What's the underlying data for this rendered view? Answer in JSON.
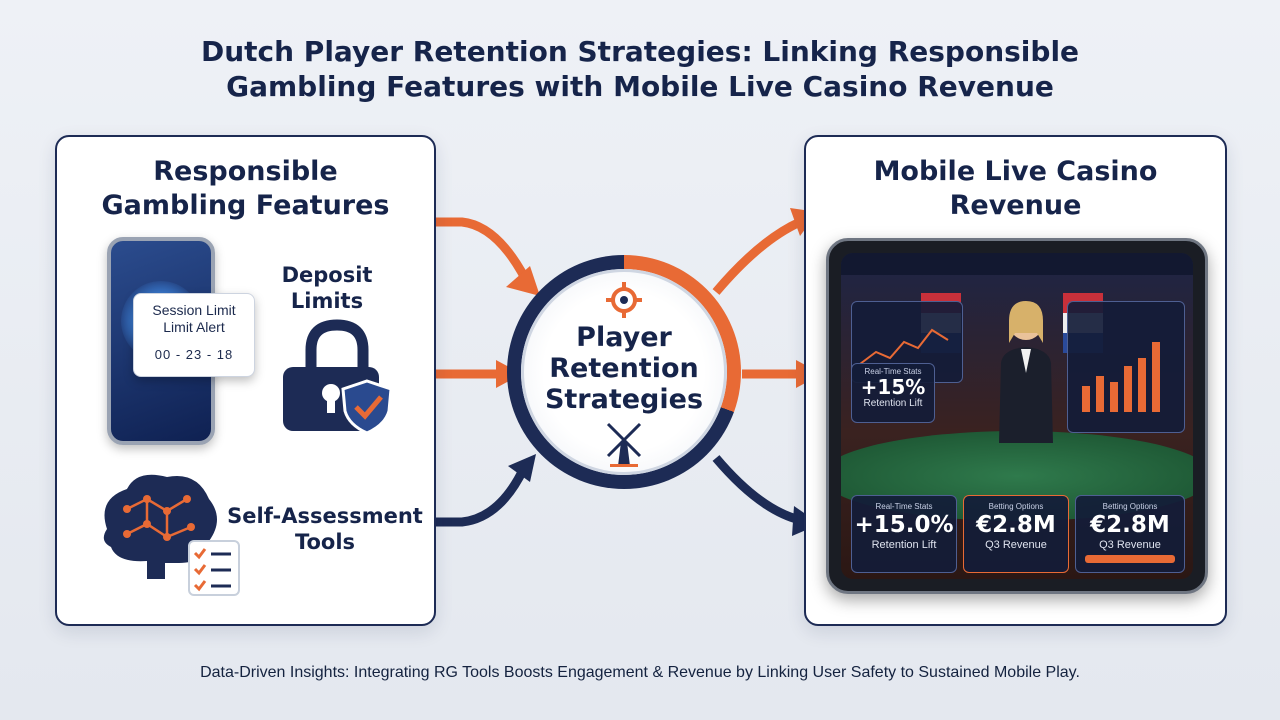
{
  "title": {
    "line1": "Dutch Player Retention Strategies: Linking Responsible",
    "line2": "Gambling Features with Mobile Live Casino Revenue"
  },
  "left_panel": {
    "title_line1": "Responsible",
    "title_line2": "Gambling Features",
    "session_alert": {
      "line1": "Session Limit",
      "line2": "Limit Alert",
      "time": "00 - 23 - 18"
    },
    "deposit": {
      "line1": "Deposit",
      "line2": "Limits"
    },
    "self_assessment": {
      "line1": "Self-Assessment",
      "line2": "Tools"
    }
  },
  "center": {
    "line1": "Player",
    "line2": "Retention",
    "line3": "Strategies",
    "icons": [
      "gear-icon",
      "windmill-icon"
    ]
  },
  "right_panel": {
    "title_line1": "Mobile Live Casino",
    "title_line2": "Revenue",
    "tablet": {
      "stats_header": "Real-Time Stats",
      "retention_value": "+15%",
      "retention_label": "Retention Lift",
      "card1": {
        "header": "Real-Time Stats",
        "value": "+15.0%",
        "label": "Retention Lift"
      },
      "card2": {
        "header": "Betting Options",
        "value": "€2.8M",
        "label": "Q3 Revenue"
      },
      "card3": {
        "header": "Betting Options",
        "value": "€2.8M",
        "label": "Q3 Revenue"
      }
    }
  },
  "footer": {
    "lead": "Data-Driven Insights:",
    "text": " Integrating RG Tools Boosts Engagement & Revenue by Linking User Safety to Sustained Mobile Play."
  },
  "colors": {
    "navy": "#16244a",
    "orange": "#e86a35",
    "panel_border": "#1d2b55"
  }
}
